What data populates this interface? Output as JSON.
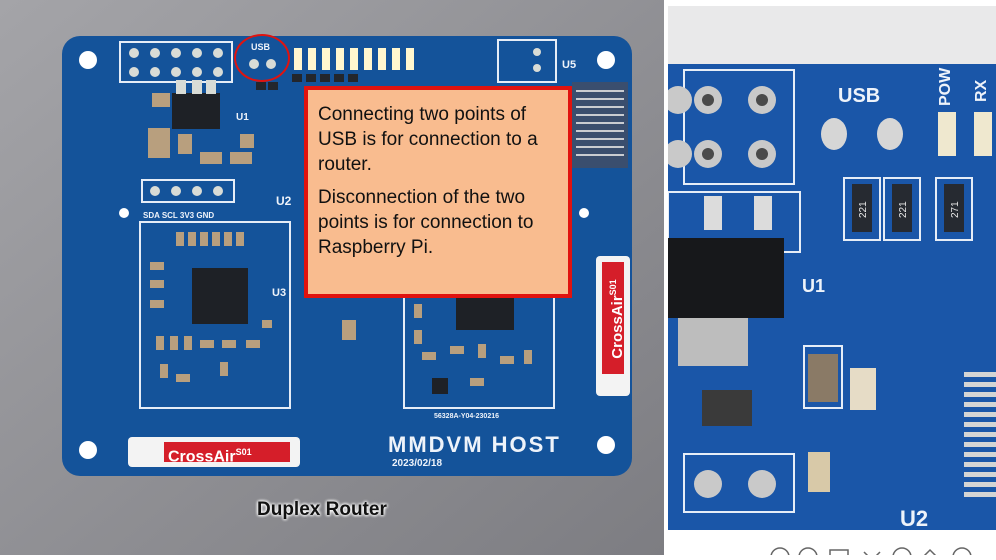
{
  "left_panel": {
    "callout": {
      "paragraph_1": "Connecting two points of USB is for connection to a router.",
      "paragraph_2": "Disconnection of the two points is for connection to Raspberry Pi."
    },
    "caption": "Duplex Router",
    "silkscreen": {
      "usb": "USB",
      "u1": "U1",
      "u2": "U2",
      "u3": "U3",
      "u5": "U5",
      "header_labels": "SDA  SCL  3V3  GND",
      "board_name": "MMDVM HOST",
      "date": "2023/02/18",
      "part_number": "56328A-Y04-230216"
    },
    "stickers": {
      "bottom": "CrossAir",
      "bottom_sup": "S01",
      "side": "CrossAir",
      "side_sup": "S01"
    }
  },
  "right_panel": {
    "silkscreen": {
      "usb": "USB",
      "pow": "POW",
      "rx": "RX",
      "u1": "U1",
      "u2": "U2",
      "r221_a": "221",
      "r221_b": "221",
      "r271": "271"
    }
  },
  "colors": {
    "pcb_blue": "#14539a",
    "callout_fill": "#f9bc8f",
    "callout_border": "#e0130f",
    "sticker_red": "#d51e29"
  }
}
